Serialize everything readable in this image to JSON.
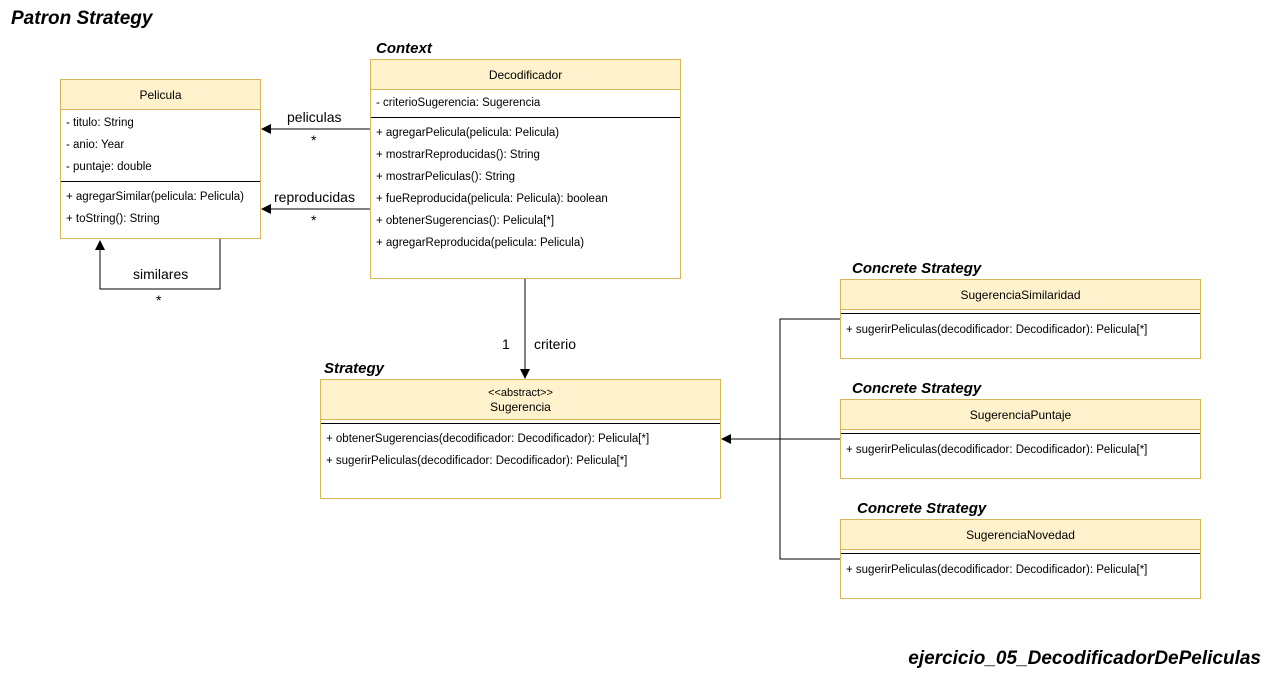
{
  "title": "Patron Strategy",
  "footer": "ejercicio_05_DecodificadorDePeliculas",
  "stereotypes": {
    "context": "Context",
    "strategy": "Strategy",
    "concrete1": "Concrete Strategy",
    "concrete2": "Concrete Strategy",
    "concrete3": "Concrete Strategy"
  },
  "classes": {
    "pelicula": {
      "name": "Pelicula",
      "attributes": [
        "- titulo: String",
        "- anio: Year",
        "- puntaje: double"
      ],
      "methods": [
        "+ agregarSimilar(pelicula: Pelicula)",
        "+ toString(): String"
      ]
    },
    "decodificador": {
      "name": "Decodificador",
      "attributes": [
        "- criterioSugerencia: Sugerencia"
      ],
      "methods": [
        "+ agregarPelicula(pelicula: Pelicula)",
        "+ mostrarReproducidas(): String",
        "+ mostrarPeliculas(): String",
        "+ fueReproducida(pelicula: Pelicula): boolean",
        "+ obtenerSugerencias(): Pelicula[*]",
        "+ agregarReproducida(pelicula: Pelicula)"
      ]
    },
    "sugerencia": {
      "stereotype": "<<abstract>>",
      "name": "Sugerencia",
      "methods": [
        "+ obtenerSugerencias(decodificador: Decodificador): Pelicula[*]",
        "+ sugerirPeliculas(decodificador: Decodificador): Pelicula[*]"
      ]
    },
    "similaridad": {
      "name": "SugerenciaSimilaridad",
      "methods": [
        "+ sugerirPeliculas(decodificador: Decodificador): Pelicula[*]"
      ]
    },
    "puntaje": {
      "name": "SugerenciaPuntaje",
      "methods": [
        "+ sugerirPeliculas(decodificador: Decodificador): Pelicula[*]"
      ]
    },
    "novedad": {
      "name": "SugerenciaNovedad",
      "methods": [
        "+ sugerirPeliculas(decodificador: Decodificador): Pelicula[*]"
      ]
    }
  },
  "edges": {
    "peliculas": {
      "label": "peliculas",
      "mult": "*"
    },
    "reproducidas": {
      "label": "reproducidas",
      "mult": "*"
    },
    "similares": {
      "label": "similares",
      "mult": "*"
    },
    "criterio": {
      "label": "criterio",
      "mult": "1"
    }
  }
}
